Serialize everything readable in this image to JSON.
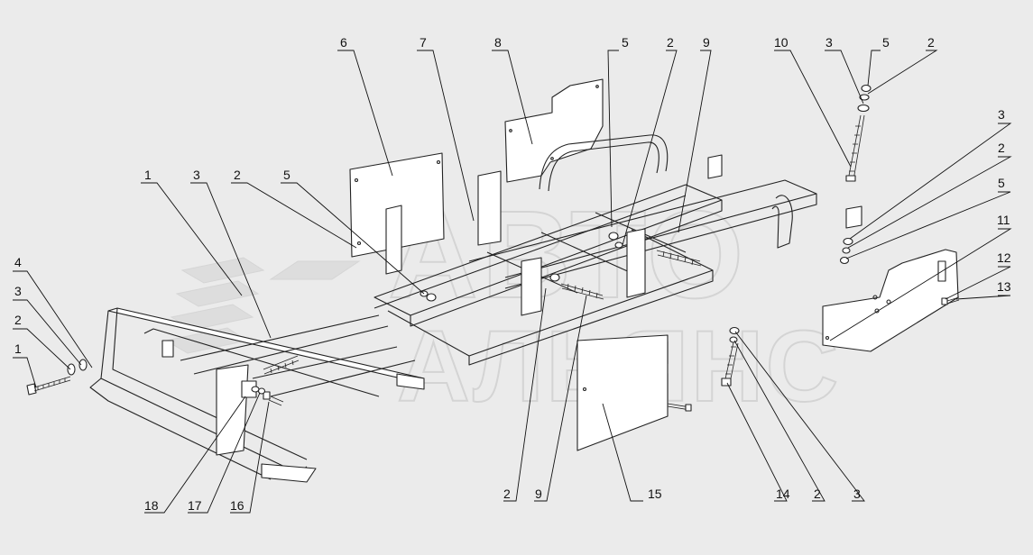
{
  "watermark": {
    "top_text": "АВТО",
    "bottom_text": "АЛЬЯНС",
    "color": "#d2d2d2"
  },
  "background_color": "#ebebeb",
  "callouts": [
    "1",
    "3",
    "2",
    "5",
    "6",
    "7",
    "8",
    "5",
    "2",
    "9",
    "10",
    "3",
    "5",
    "2",
    "3",
    "2",
    "5",
    "11",
    "12",
    "13",
    "4",
    "3",
    "2",
    "1",
    "18",
    "17",
    "16",
    "2",
    "9",
    "15",
    "14",
    "2",
    "3"
  ]
}
